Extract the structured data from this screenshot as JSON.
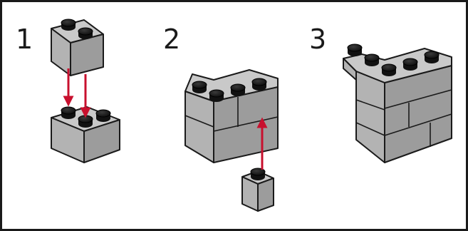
{
  "steps": [
    {
      "number": "1"
    },
    {
      "number": "2"
    },
    {
      "number": "3"
    }
  ],
  "colors": {
    "brick": "#b3b3b3",
    "stud": "#1a1a1a",
    "arrow": "#c8102e",
    "frame": "#1a1a1a"
  }
}
